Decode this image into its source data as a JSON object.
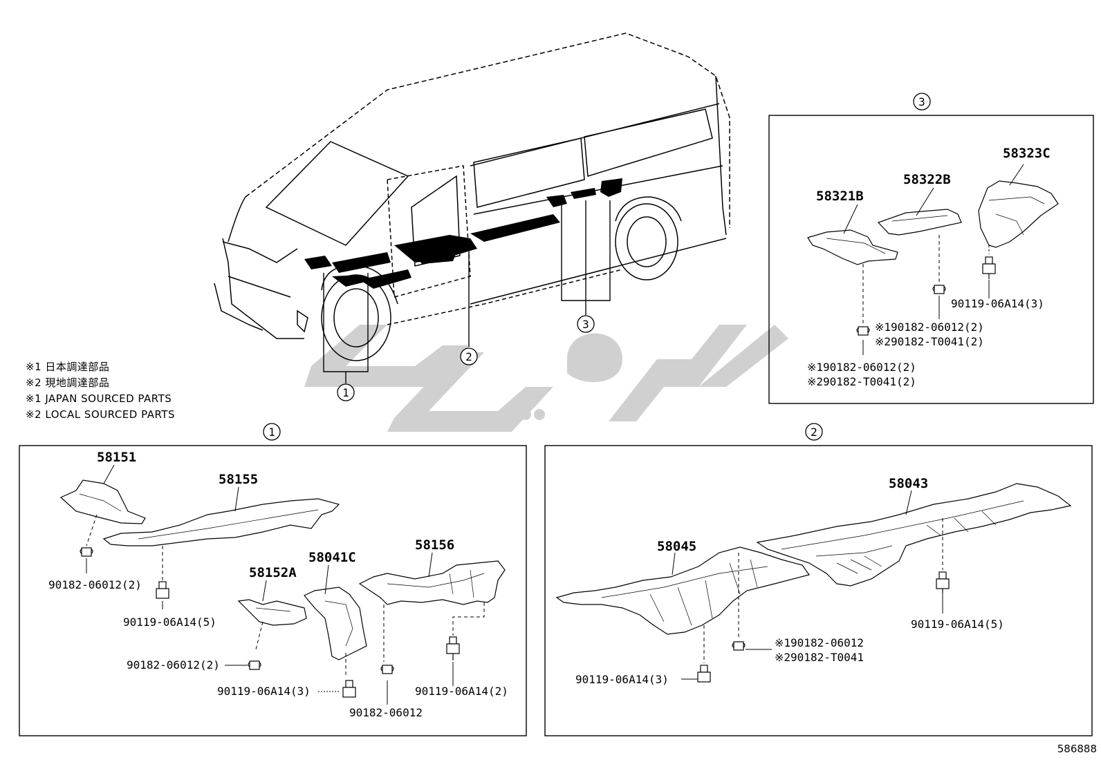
{
  "notes": [
    "※1 日本調達部品",
    "※2 現地調達部品",
    "※1 JAPAN SOURCED PARTS",
    "※2 LOCAL SOURCED PARTS"
  ],
  "diagram_id": "586888",
  "watermark_text": "تویوتا",
  "callouts": {
    "one": "1",
    "two": "2",
    "three": "3"
  },
  "panel1": {
    "marker": "1",
    "parts": {
      "p58151": "58151",
      "p58155": "58155",
      "p58152A": "58152A",
      "p58041C": "58041C",
      "p58156": "58156"
    },
    "fasteners": {
      "f1": "90182-06012(2)",
      "f2": "90119-06A14(5)",
      "f3": "90182-06012(2)",
      "f4": "90119-06A14(3)",
      "f5": "90182-06012",
      "f6": "90119-06A14(2)"
    }
  },
  "panel2": {
    "marker": "2",
    "parts": {
      "p58043": "58043",
      "p58045": "58045"
    },
    "fasteners": {
      "f1": "90119-06A14(5)",
      "f2a": "※190182-06012",
      "f2b": "※290182-T0041",
      "f3": "90119-06A14(3)"
    }
  },
  "panel3": {
    "marker": "3",
    "parts": {
      "p58321B": "58321B",
      "p58322B": "58322B",
      "p58323C": "58323C"
    },
    "fasteners": {
      "f1": "90119-06A14(3)",
      "f2a": "※190182-06012(2)",
      "f2b": "※290182-T0041(2)",
      "f3a": "※190182-06012(2)",
      "f3b": "※290182-T0041(2)"
    }
  }
}
